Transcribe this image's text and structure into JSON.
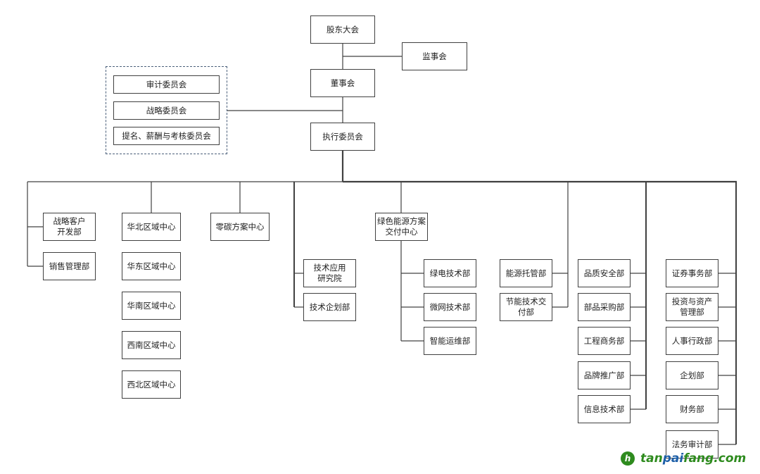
{
  "diagram": {
    "type": "org-chart",
    "line_color": "#404040",
    "group_border_color": "#4a5f7a",
    "top": {
      "shareholders": "股东大会",
      "supervisors": "监事会",
      "board": "董事会",
      "executive": "执行委员会"
    },
    "committees": [
      "审计委员会",
      "战略委员会",
      "提名、薪酬与考核委员会"
    ],
    "branches": [
      {
        "units": [
          "战略客户\n开发部",
          "销售管理部"
        ]
      },
      {
        "units": [
          "华北区域中心",
          "华东区域中心",
          "华南区域中心",
          "西南区域中心",
          "西北区域中心"
        ]
      },
      {
        "units": [
          "零碳方案中心"
        ]
      },
      {
        "units": [
          "技术应用\n研究院",
          "技术企划部"
        ]
      },
      {
        "head": "绿色能源方案\n交付中心",
        "units": [
          "绿电技术部",
          "微网技术部",
          "智能运维部"
        ]
      },
      {
        "units": [
          "能源托管部",
          "节能技术交\n付部"
        ]
      },
      {
        "units": [
          "品质安全部",
          "部品采购部",
          "工程商务部",
          "品牌推广部",
          "信息技术部"
        ]
      },
      {
        "units": [
          "证券事务部",
          "投资与资产\n管理部",
          "人事行政部",
          "企划部",
          "财务部",
          "法务审计部"
        ]
      }
    ]
  },
  "watermark": {
    "logo_icon": "leaf-logo-icon",
    "logo_glyph": "h",
    "part1": "tan",
    "part2": "pai",
    "part3": "fang.com"
  }
}
